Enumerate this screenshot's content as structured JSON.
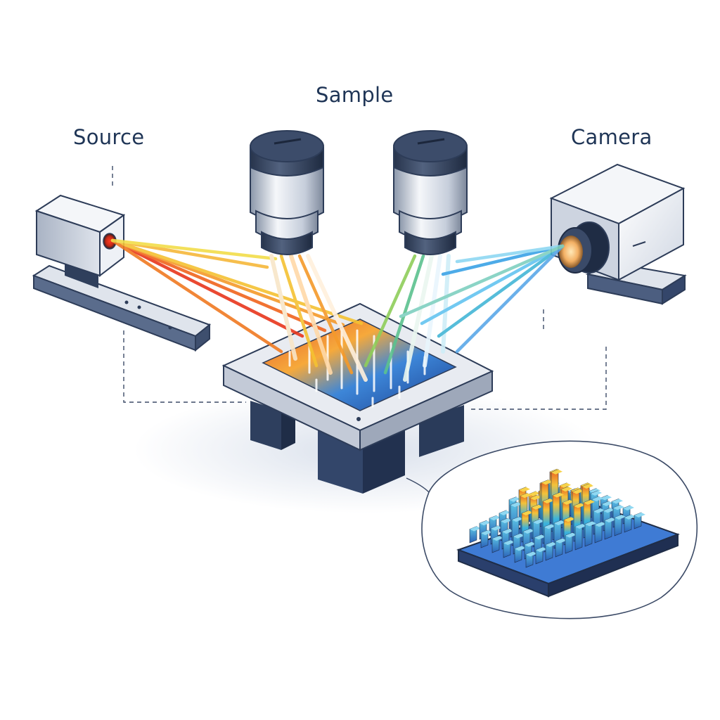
{
  "labels": {
    "source": "Source",
    "sample": "Sample",
    "camera": "Camera"
  },
  "colors": {
    "ink": "#1f3556",
    "steel": "#4a5e80",
    "steel_dark": "#34476a",
    "steel_light": "#c9d1de",
    "plate_top": "#e3e7ee",
    "beam_warm": [
      "#e8361c",
      "#f0641e",
      "#f59a2a",
      "#f5c232",
      "#f2dd4a"
    ],
    "beam_cool": [
      "#8fce5a",
      "#5cc28f",
      "#44b6d6",
      "#3aa2e6",
      "#63c4f0"
    ]
  },
  "icons": {
    "source": "light-source-icon",
    "objective": "microscope-objective-icon",
    "camera": "camera-icon",
    "stage": "sample-stage-icon",
    "heatmap": "3d-heatmap-icon"
  }
}
